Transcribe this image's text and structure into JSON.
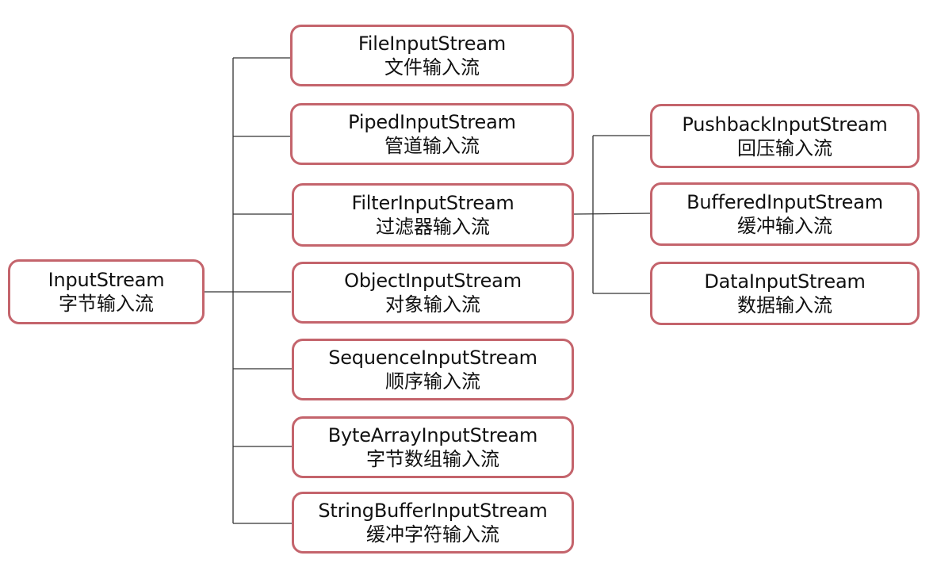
{
  "diagram": {
    "root": {
      "en": "InputStream",
      "zh": "字节输入流"
    },
    "children": [
      {
        "en": "FileInputStream",
        "zh": "文件输入流"
      },
      {
        "en": "PipedInputStream",
        "zh": "管道输入流"
      },
      {
        "en": "FilterInputStream",
        "zh": "过滤器输入流"
      },
      {
        "en": "ObjectInputStream",
        "zh": "对象输入流"
      },
      {
        "en": "SequenceInputStream",
        "zh": "顺序输入流"
      },
      {
        "en": "ByteArrayInputStream",
        "zh": "字节数组输入流"
      },
      {
        "en": "StringBufferInputStream",
        "zh": "缓冲字符输入流"
      }
    ],
    "filter_children": [
      {
        "en": "PushbackInputStream",
        "zh": "回压输入流"
      },
      {
        "en": "BufferedInputStream",
        "zh": "缓冲输入流"
      },
      {
        "en": "DataInputStream",
        "zh": "数据输入流"
      }
    ]
  },
  "colors": {
    "box_border": "#c4646c",
    "connector": "#333333",
    "text": "#111111"
  }
}
